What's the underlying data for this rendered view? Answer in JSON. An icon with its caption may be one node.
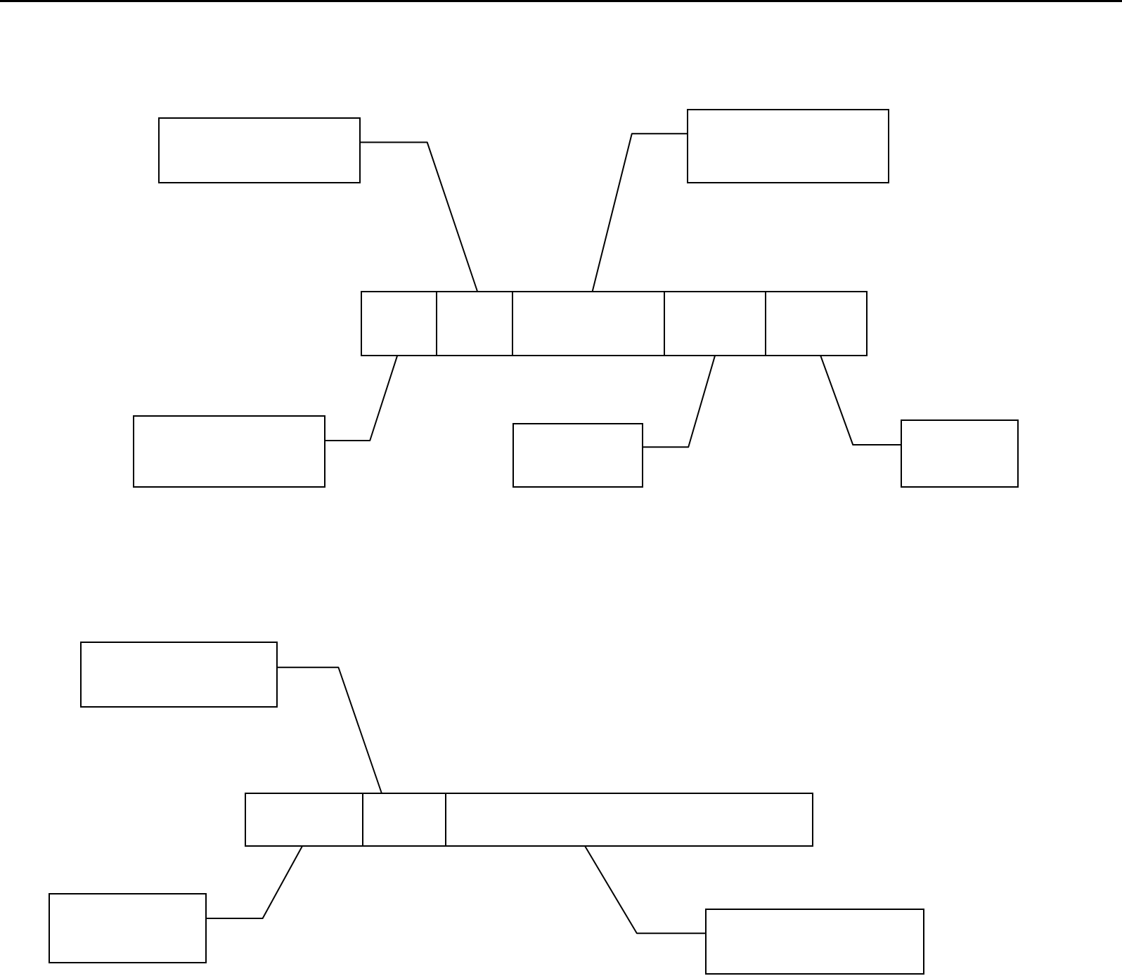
{
  "diagram": {
    "nodes": [
      {
        "text": [],
        "shape": "box"
      },
      {
        "text": [],
        "shape": "box"
      },
      {
        "text": [],
        "shape": "box"
      },
      {
        "text": [],
        "shape": "box"
      },
      {
        "text": [],
        "shape": "box"
      },
      {
        "text": [],
        "shape": "box"
      },
      {
        "text": [],
        "shape": "box"
      },
      {
        "text": [],
        "shape": "box"
      },
      {
        "text": [],
        "shape": "box"
      },
      {
        "text": [],
        "shape": "box"
      },
      {
        "text": [],
        "shape": "box"
      },
      {
        "text": [],
        "shape": "box"
      },
      {
        "text": [],
        "shape": "box"
      },
      {
        "text": [],
        "shape": "box"
      },
      {
        "text": [],
        "shape": "box"
      },
      {
        "text": [],
        "shape": "box"
      }
    ],
    "edges": [
      {
        "from": 0,
        "to": 3,
        "arrow": "none"
      },
      {
        "from": 1,
        "to": 4,
        "arrow": "none"
      },
      {
        "from": 7,
        "to": 2,
        "arrow": "none"
      },
      {
        "from": 8,
        "to": 5,
        "arrow": "none"
      },
      {
        "from": 9,
        "to": 6,
        "arrow": "none"
      },
      {
        "from": 10,
        "to": 12,
        "arrow": "none"
      },
      {
        "from": 14,
        "to": 11,
        "arrow": "none"
      },
      {
        "from": 15,
        "to": 13,
        "arrow": "none"
      }
    ]
  }
}
